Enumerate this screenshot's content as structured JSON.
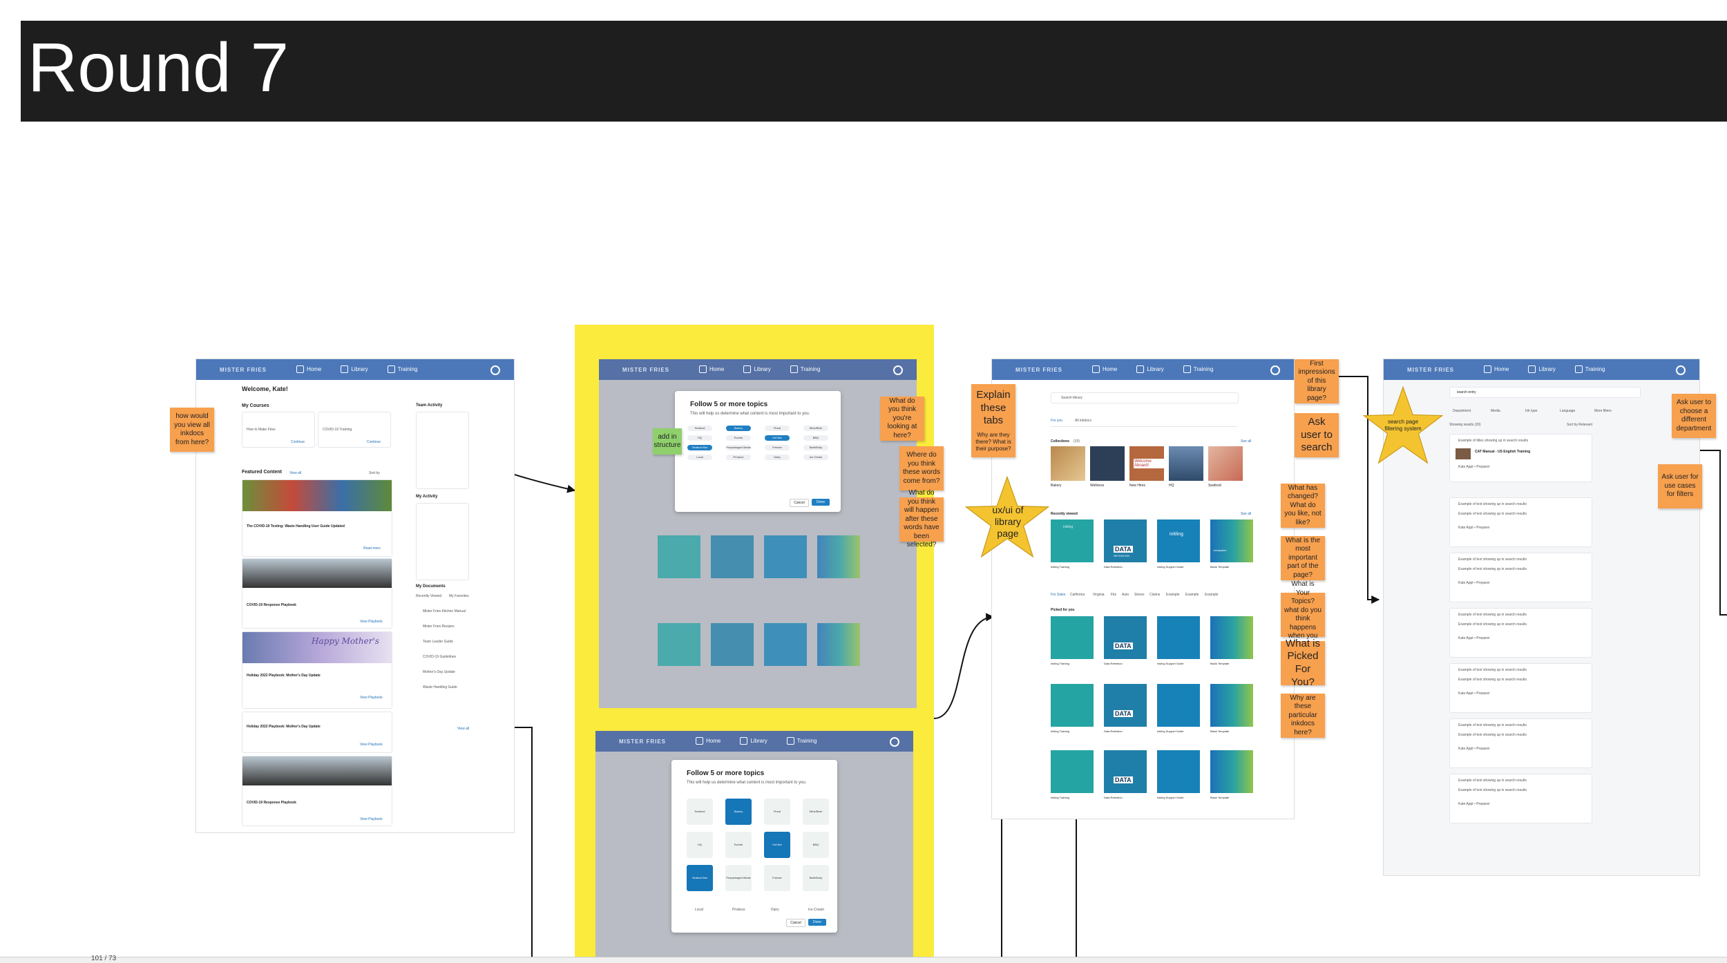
{
  "board": {
    "title": "Round 7",
    "accent_yellow": "#fbeb3c",
    "sticky_color": "#f7a04e",
    "nav_color": "#4c78b9"
  },
  "nav": {
    "logo": "MISTER FRIES",
    "home": "Home",
    "library": "Library",
    "training": "Training"
  },
  "home": {
    "welcome": "Welcome, Kate!",
    "my_courses": "My Courses",
    "course1": "How to Make Fries",
    "course2": "COVID-19 Training",
    "continue": "Continue",
    "featured": "Featured Content",
    "view_all": "View all",
    "sort_by": "Sort by",
    "feature1": "The COVID-19 Testing: Waste Handling User Guide Updated",
    "feature2": "COVID-19 Response Playbook",
    "feature3": "Holiday 2022 Playbook: Mother's Day Update",
    "feature4": "Holiday 2022 Playbook: Mother's Day Update",
    "feature5": "COVID-19 Response Playbook",
    "read_more": "Read more",
    "view_playbook": "View Playbook",
    "team_activity": "Team Activity",
    "my_activity": "My Activity",
    "my_documents": "My Documents",
    "recently_viewed": "Recently Viewed",
    "my_favorites": "My Favorites",
    "doc1": "Mister Fries Kitchen Manual",
    "doc2": "Mister Fries Recipes",
    "doc3": "Team Leader Guide",
    "doc4": "COVID-19 Guidelines",
    "doc5": "Mother's Day Update",
    "doc6": "Waste Handling Guide",
    "mothers": "Happy Mother's"
  },
  "modal": {
    "title": "Follow 5 or more topics",
    "subtitle": "This will help us determine what content is most important to you.",
    "topics": [
      "Seafood",
      "Bakery",
      "Floral",
      "Wine/Beer",
      "HQ",
      "Events",
      "Hot Bar",
      "BBQ",
      "Seafood Bar",
      "Prepackaged Meals",
      "Freezer",
      "Bath/Body",
      "Local",
      "Produce",
      "Dairy",
      "Ice Cream"
    ],
    "cancel": "Cancel",
    "done": "Done"
  },
  "library": {
    "search_placeholder": "Search library",
    "tab_for_you": "For you",
    "tab_all": "All inkdocs",
    "collections": "Collections",
    "collections_count": "(10)",
    "col1": "Bakery",
    "col2": "Wellness",
    "col3": "New Hires",
    "col4": "HQ",
    "col5": "Seafood",
    "welcome_aboard": "Welcome Aboard!",
    "recently_viewed": "Recently viewed",
    "picked_for_you": "Picked for you",
    "see_all": "See all",
    "card1": "Inkling Training",
    "card2": "Data Retention",
    "card3": "Inkling Support Guide",
    "card4": "Blank Template",
    "data_word": "DATA",
    "data_sub": "RETENTION",
    "inkling_word": "inkling",
    "template_word": "<template>",
    "filters": [
      "For Sales",
      "California",
      "Virginia",
      "Fits",
      "Auto",
      "Stores",
      "Claims",
      "Example",
      "Example",
      "Example"
    ]
  },
  "search": {
    "query": "search entry",
    "filters": [
      "Department",
      "Media",
      "Ink type",
      "Language",
      "More filters"
    ],
    "showing": "Showing results (20)",
    "sort_by": "Sort by Relevant",
    "first_title": "Example of titles showing up in search results",
    "first_doc": "CAT Manual - US English Training",
    "result_title": "Example of text showing up in search results",
    "result_sub": "Example of text showing up in search results",
    "meta": "Kate Appt • Preparer"
  },
  "stickies": {
    "s1": "how would you view all inkdocs from here?",
    "s2": "add in structure",
    "s3": "What do you think you're looking at here?",
    "s4": "Where do you think these words come from?",
    "s5": "What do you think will happen after these words have been selected?",
    "s6": "Explain these tabs",
    "s6b": "Why are they there? What is their purpose?",
    "s7": "First impressions of this library page?",
    "s8": "Ask user to search",
    "s9": "What has changed? What do you like, not like?",
    "s10": "What is the most important part of the page?",
    "s11": "What is Your Topics? what do you think happens when you click on it?",
    "s12": "What is Picked For You?",
    "s13": "Why are these particular inkdocs here?",
    "s14": "Ask user to choose a different department",
    "s15": "Ask user for use cases for filters"
  },
  "stars": {
    "library_star": "ux/ui of library page",
    "search_star": "search page filtering system"
  },
  "footer": {
    "zoom": "101 / 73"
  }
}
